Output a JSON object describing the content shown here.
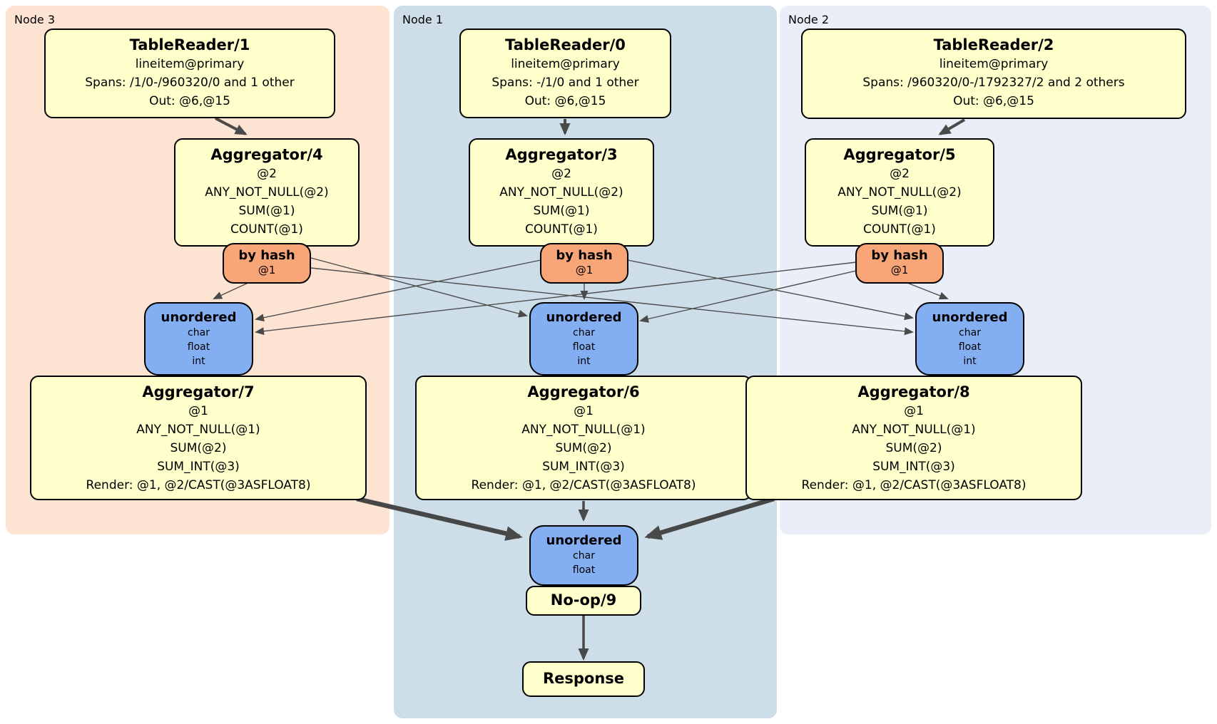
{
  "regions": [
    {
      "label": "Node 3"
    },
    {
      "label": "Node 1"
    },
    {
      "label": "Node 2"
    }
  ],
  "boxes": {
    "tr1": {
      "title": "TableReader/1",
      "lines": [
        "lineitem@primary",
        "Spans: /1/0-/960320/0 and 1 other",
        "Out: @6,@15"
      ]
    },
    "tr0": {
      "title": "TableReader/0",
      "lines": [
        "lineitem@primary",
        "Spans: -/1/0 and 1 other",
        "Out: @6,@15"
      ]
    },
    "tr2": {
      "title": "TableReader/2",
      "lines": [
        "lineitem@primary",
        "Spans: /960320/0-/1792327/2 and 2 others",
        "Out: @6,@15"
      ]
    },
    "agg4": {
      "title": "Aggregator/4",
      "lines": [
        "@2",
        "ANY_NOT_NULL(@2)",
        "SUM(@1)",
        "COUNT(@1)"
      ]
    },
    "agg3": {
      "title": "Aggregator/3",
      "lines": [
        "@2",
        "ANY_NOT_NULL(@2)",
        "SUM(@1)",
        "COUNT(@1)"
      ]
    },
    "agg5": {
      "title": "Aggregator/5",
      "lines": [
        "@2",
        "ANY_NOT_NULL(@2)",
        "SUM(@1)",
        "COUNT(@1)"
      ]
    },
    "agg7": {
      "title": "Aggregator/7",
      "lines": [
        "@1",
        "ANY_NOT_NULL(@1)",
        "SUM(@2)",
        "SUM_INT(@3)",
        "Render: @1, @2/CAST(@3ASFLOAT8)"
      ]
    },
    "agg6": {
      "title": "Aggregator/6",
      "lines": [
        "@1",
        "ANY_NOT_NULL(@1)",
        "SUM(@2)",
        "SUM_INT(@3)",
        "Render: @1, @2/CAST(@3ASFLOAT8)"
      ]
    },
    "agg8": {
      "title": "Aggregator/8",
      "lines": [
        "@1",
        "ANY_NOT_NULL(@1)",
        "SUM(@2)",
        "SUM_INT(@3)",
        "Render: @1, @2/CAST(@3ASFLOAT8)"
      ]
    },
    "noop": {
      "title": "No-op/9"
    },
    "resp": {
      "title": "Response"
    }
  },
  "routers": {
    "hash3": {
      "label": "by hash",
      "detail": "@1"
    },
    "hash1": {
      "label": "by hash",
      "detail": "@1"
    },
    "hash2": {
      "label": "by hash",
      "detail": "@1"
    }
  },
  "syncs": {
    "un3": {
      "label": "unordered",
      "streams": [
        "char",
        "float",
        "int"
      ]
    },
    "un1": {
      "label": "unordered",
      "streams": [
        "char",
        "float",
        "int"
      ]
    },
    "un2": {
      "label": "unordered",
      "streams": [
        "char",
        "float",
        "int"
      ]
    },
    "un_final": {
      "label": "unordered",
      "streams": [
        "char",
        "float"
      ]
    }
  },
  "colors": {
    "node3_bg": "#fde3d2",
    "node1_bg": "#cddee9",
    "node2_bg": "#e9eef8",
    "processor_fill": "#ffffcc",
    "router_fill": "#f8a678",
    "sync_fill": "#83aef1",
    "edge": "#4a4a4a"
  }
}
